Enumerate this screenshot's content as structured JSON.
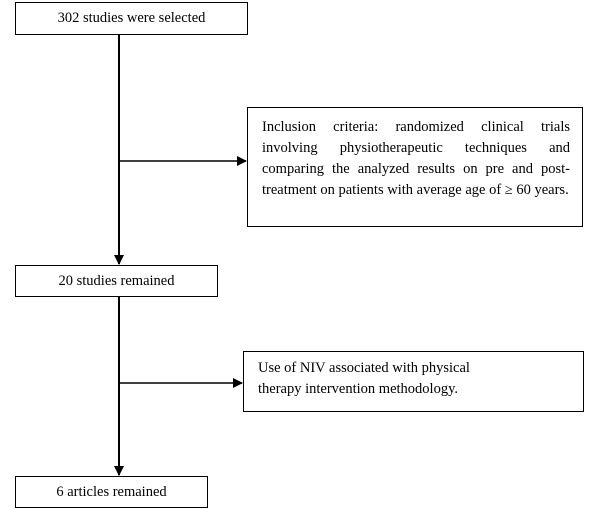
{
  "flowchart": {
    "step_1": "302 studies were selected",
    "inclusion_criteria": "Inclusion criteria: randomized clinical trials involving physiotherapeutic techniques and comparing the analyzed results on pre and post-treatment on patients with average age of ≥ 60 years.",
    "step_2": "20 studies remained",
    "niv_criteria_line1": "Use of NIV associated with physical",
    "niv_criteria_line2": "therapy intervention methodology.",
    "step_3": "6 articles remained"
  }
}
